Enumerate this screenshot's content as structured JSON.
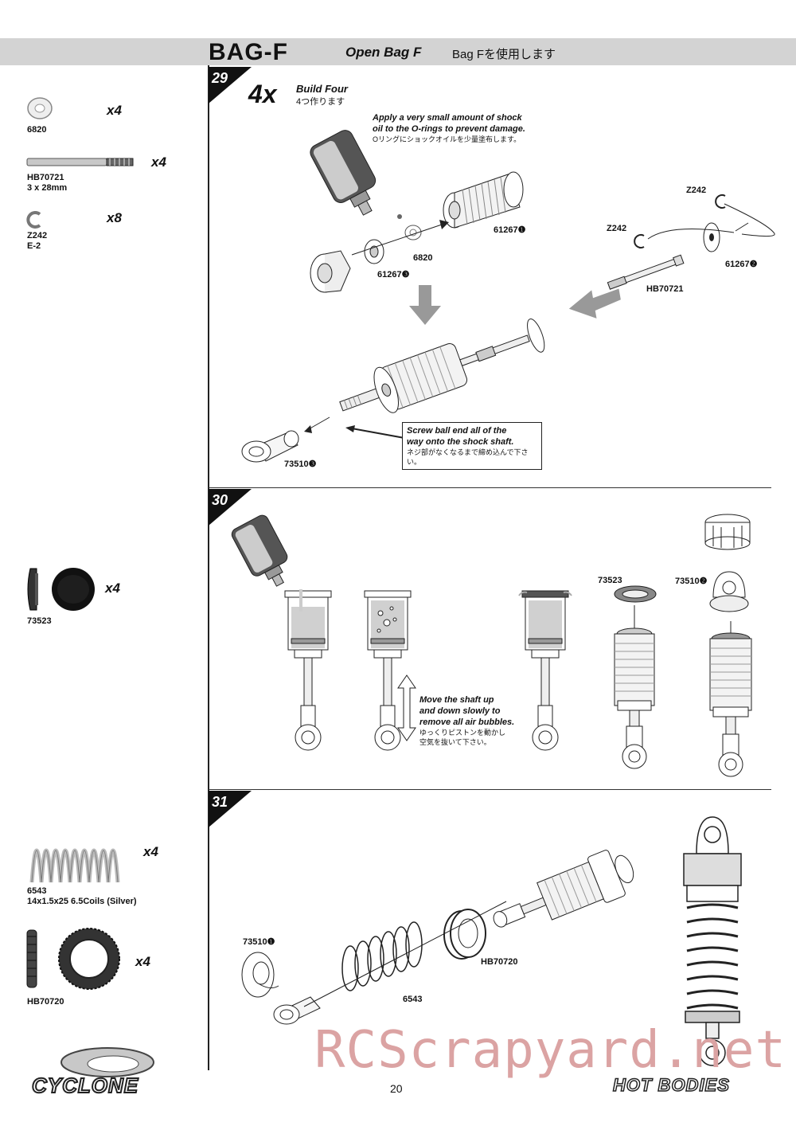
{
  "header": {
    "bag_title": "BAG-F",
    "bag_subtitle": "Open Bag F",
    "bag_jp": "Bag Fを使用します"
  },
  "parts": {
    "p6820": {
      "code": "6820",
      "qty": "x4"
    },
    "hb70721": {
      "code": "HB70721",
      "spec": "3 x 28mm",
      "qty": "x4"
    },
    "z242": {
      "code": "Z242",
      "spec": "E-2",
      "qty": "x8"
    },
    "p73523": {
      "code": "73523",
      "qty": "x4"
    },
    "p6543": {
      "code": "6543",
      "spec": "14x1.5x25 6.5Coils (Silver)",
      "qty": "x4"
    },
    "hb70720": {
      "code": "HB70720",
      "qty": "x4"
    }
  },
  "step29": {
    "number": "29",
    "count": "4x",
    "build_en": "Build Four",
    "build_jp": "4つ作ります",
    "oil_note_1": "Apply a very small amount of shock",
    "oil_note_2": "oil to the O-rings to prevent damage.",
    "oil_note_jp": "Oリングにショックオイルを少量塗布します。",
    "label_61267_1": "61267❶",
    "label_6820": "6820",
    "label_61267_3": "61267❸",
    "label_z242_a": "Z242",
    "label_z242_b": "Z242",
    "label_hb70721": "HB70721",
    "label_61267_2": "61267❷",
    "label_73510_3": "73510❸",
    "ball_note_1": "Screw ball end all of the",
    "ball_note_2": "way onto the shock shaft.",
    "ball_note_jp": "ネジ部がなくなるまで締め込んで下さい。"
  },
  "step30": {
    "number": "30",
    "bubble_note_1": "Move the shaft up",
    "bubble_note_2": "and down slowly to",
    "bubble_note_3": "remove all air bubbles.",
    "bubble_note_jp1": "ゆっくりピストンを動かし",
    "bubble_note_jp2": "空気を抜いて下さい。",
    "label_73523": "73523",
    "label_73510_2": "73510❷"
  },
  "step31": {
    "number": "31",
    "label_73510_1": "73510❶",
    "label_hb70720": "HB70720",
    "label_6543": "6543"
  },
  "footer": {
    "page": "20",
    "watermark": "RCScrapyard.net",
    "logo_left": "CYCLONE",
    "logo_right": "HOT BODIES"
  }
}
